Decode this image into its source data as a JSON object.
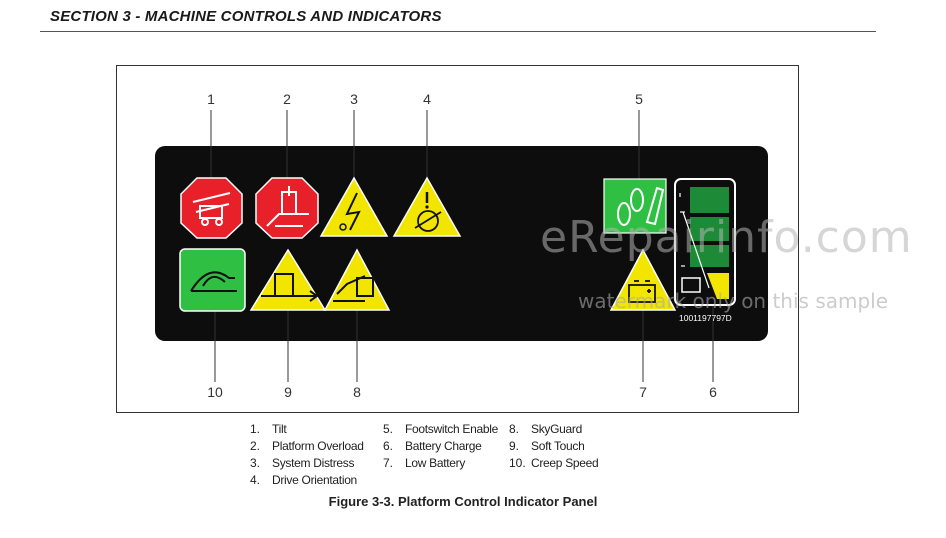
{
  "section_header": "SECTION 3 - MACHINE CONTROLS AND INDICATORS",
  "callouts": {
    "c1": "1",
    "c2": "2",
    "c3": "3",
    "c4": "4",
    "c5": "5",
    "c6": "6",
    "c7": "7",
    "c8": "8",
    "c9": "9",
    "c10": "10"
  },
  "part_number": "1001197797D",
  "legend": [
    {
      "num": "1.",
      "label": "Tilt"
    },
    {
      "num": "2.",
      "label": "Platform Overload"
    },
    {
      "num": "3.",
      "label": "System Distress"
    },
    {
      "num": "4.",
      "label": "Drive Orientation"
    },
    {
      "num": "5.",
      "label": "Footswitch Enable"
    },
    {
      "num": "6.",
      "label": "Battery Charge"
    },
    {
      "num": "7.",
      "label": "Low Battery"
    },
    {
      "num": "8.",
      "label": "SkyGuard"
    },
    {
      "num": "9.",
      "label": "Soft Touch"
    },
    {
      "num": "10.",
      "label": "Creep Speed"
    }
  ],
  "caption": "Figure 3-3. Platform Control Indicator Panel",
  "watermark": {
    "main": "eRepairinfo.com",
    "sub": "watermark only on this sample"
  },
  "colors": {
    "panel": "#0d0d0d",
    "red": "#e8202a",
    "yellow": "#f2e600",
    "green": "#2fc043"
  }
}
